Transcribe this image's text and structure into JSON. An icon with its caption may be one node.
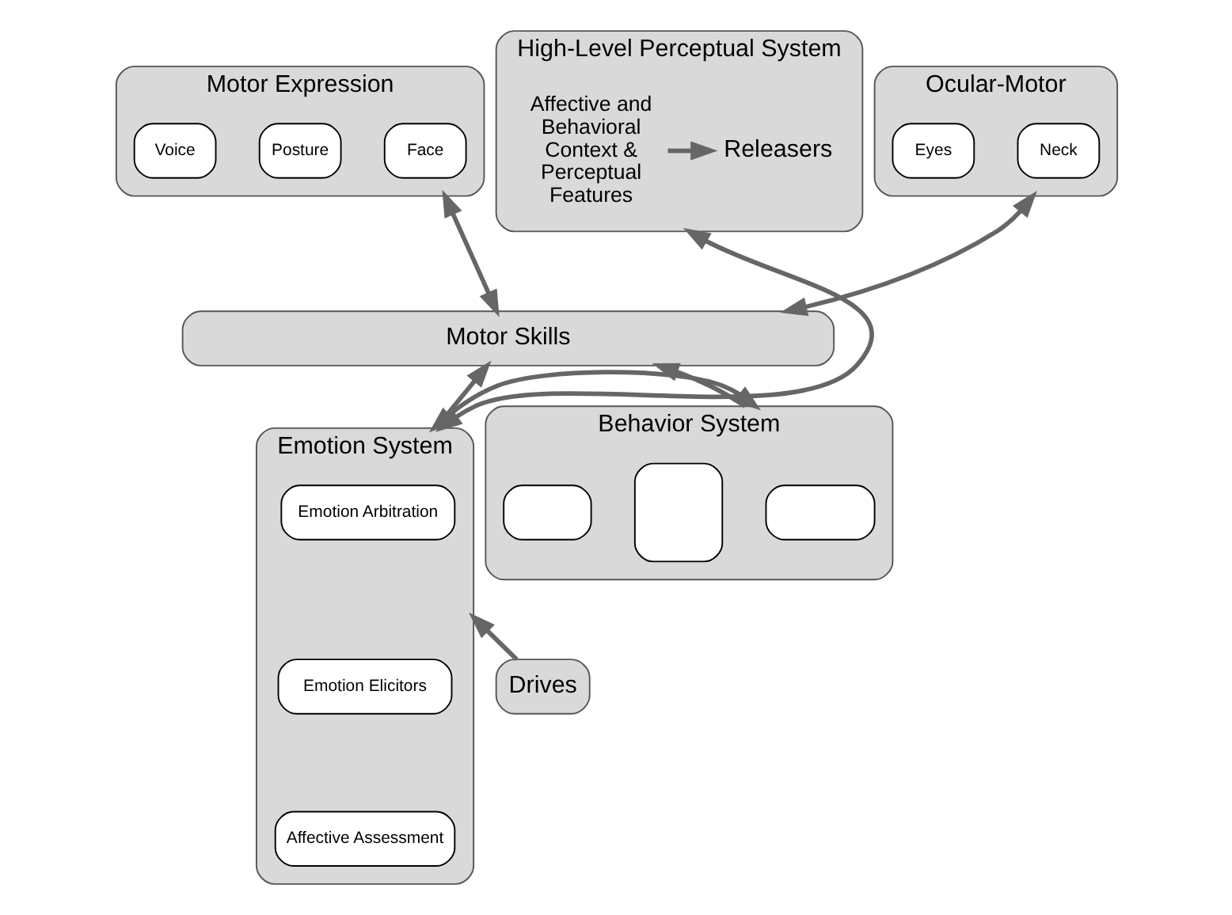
{
  "diagram": {
    "nodes": [
      {
        "text": [
          "Motor Expression"
        ]
      },
      {
        "text": [
          "Face"
        ],
        "in": 0
      },
      {
        "text": [
          "Posture"
        ],
        "in": 0
      },
      {
        "text": [
          "Voice"
        ],
        "in": 0
      },
      {
        "text": [
          "Ocular-Motor"
        ]
      },
      {
        "text": [
          "Neck"
        ],
        "in": 4
      },
      {
        "text": [
          "Eyes"
        ],
        "in": 4
      },
      {
        "text": [
          "Motor Skills"
        ]
      },
      {
        "text": [
          "High-Level Perceptual System"
        ]
      },
      {
        "text": [
          "Affective and Behavioral Context & Perceptual Features"
        ],
        "in": 8
      },
      {
        "text": [
          "Releasers"
        ],
        "in": 8
      },
      {
        "text": [
          "Emotion System"
        ]
      },
      {
        "text": [
          "Emotion Arbitration"
        ],
        "in": 11
      },
      {
        "text": [
          "Emotion Elicitors"
        ],
        "in": 11
      },
      {
        "text": [
          "Affective Assessment"
        ],
        "in": 11
      },
      {
        "text": [
          "Behavior System"
        ]
      },
      {
        "text": [],
        "shape": "box",
        "in": 15
      },
      {
        "text": [],
        "shape": "box",
        "in": 15
      },
      {
        "text": [],
        "shape": "box",
        "in": 15
      },
      {
        "text": [
          "Drives"
        ]
      }
    ],
    "edges": [
      {
        "from": 0,
        "to": 7,
        "arrow": "both"
      },
      {
        "from": 4,
        "to": 7,
        "arrow": "both"
      },
      {
        "from": 11,
        "to": 7,
        "arrow": "to"
      },
      {
        "from": 15,
        "to": 7,
        "arrow": "to"
      },
      {
        "from": 9,
        "to": 10,
        "arrow": "to"
      },
      {
        "from": 8,
        "to": 11,
        "arrow": "both"
      },
      {
        "from": 11,
        "to": 15,
        "arrow": "both"
      },
      {
        "from": 19,
        "to": 11,
        "arrow": "to"
      }
    ]
  }
}
